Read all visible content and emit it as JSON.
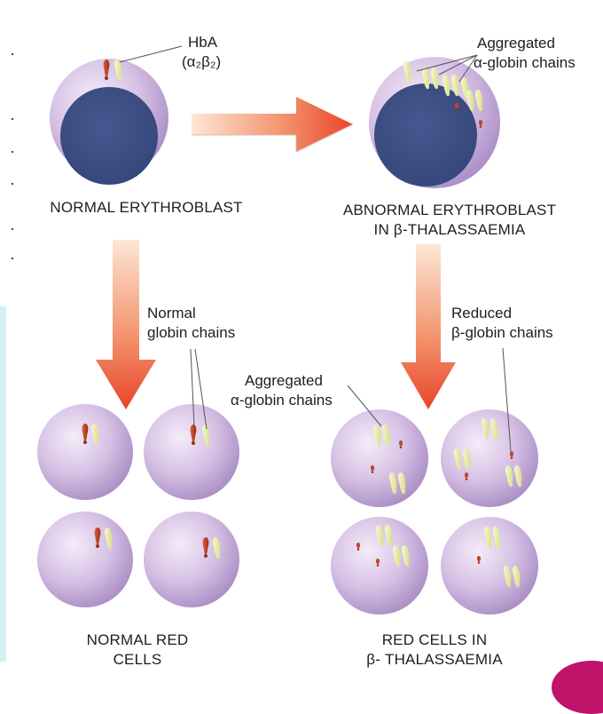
{
  "labels": {
    "hba": "HbA",
    "hba_formula": "(α₂β₂)",
    "aggregated_top_1": "Aggregated",
    "aggregated_top_2": "α-globin chains",
    "normal_globin_1": "Normal",
    "normal_globin_2": "globin chains",
    "reduced_1": "Reduced",
    "reduced_2": "β-globin chains",
    "aggregated_mid_1": "Aggregated",
    "aggregated_mid_2": "α-globin chains"
  },
  "captions": {
    "normal_erythroblast": "NORMAL ERYTHROBLAST",
    "abnormal_erythroblast_1": "ABNORMAL ERYTHROBLAST",
    "abnormal_erythroblast_2": "IN β-THALASSAEMIA",
    "normal_red_1": "NORMAL RED",
    "normal_red_2": "CELLS",
    "thal_red_1": "RED CELLS IN",
    "thal_red_2": "β- THALASSAEMIA"
  },
  "colors": {
    "cell_light": "#f1e6f6",
    "cell_mid": "#cbb0dc",
    "cell_dark": "#a888c2",
    "nucleus": "#3e4f85",
    "chain_red": "#b4381c",
    "chain_yellow": "#eaf0a6",
    "arrow_light": "#fde2cf",
    "arrow_dark": "#ea4a2b"
  }
}
